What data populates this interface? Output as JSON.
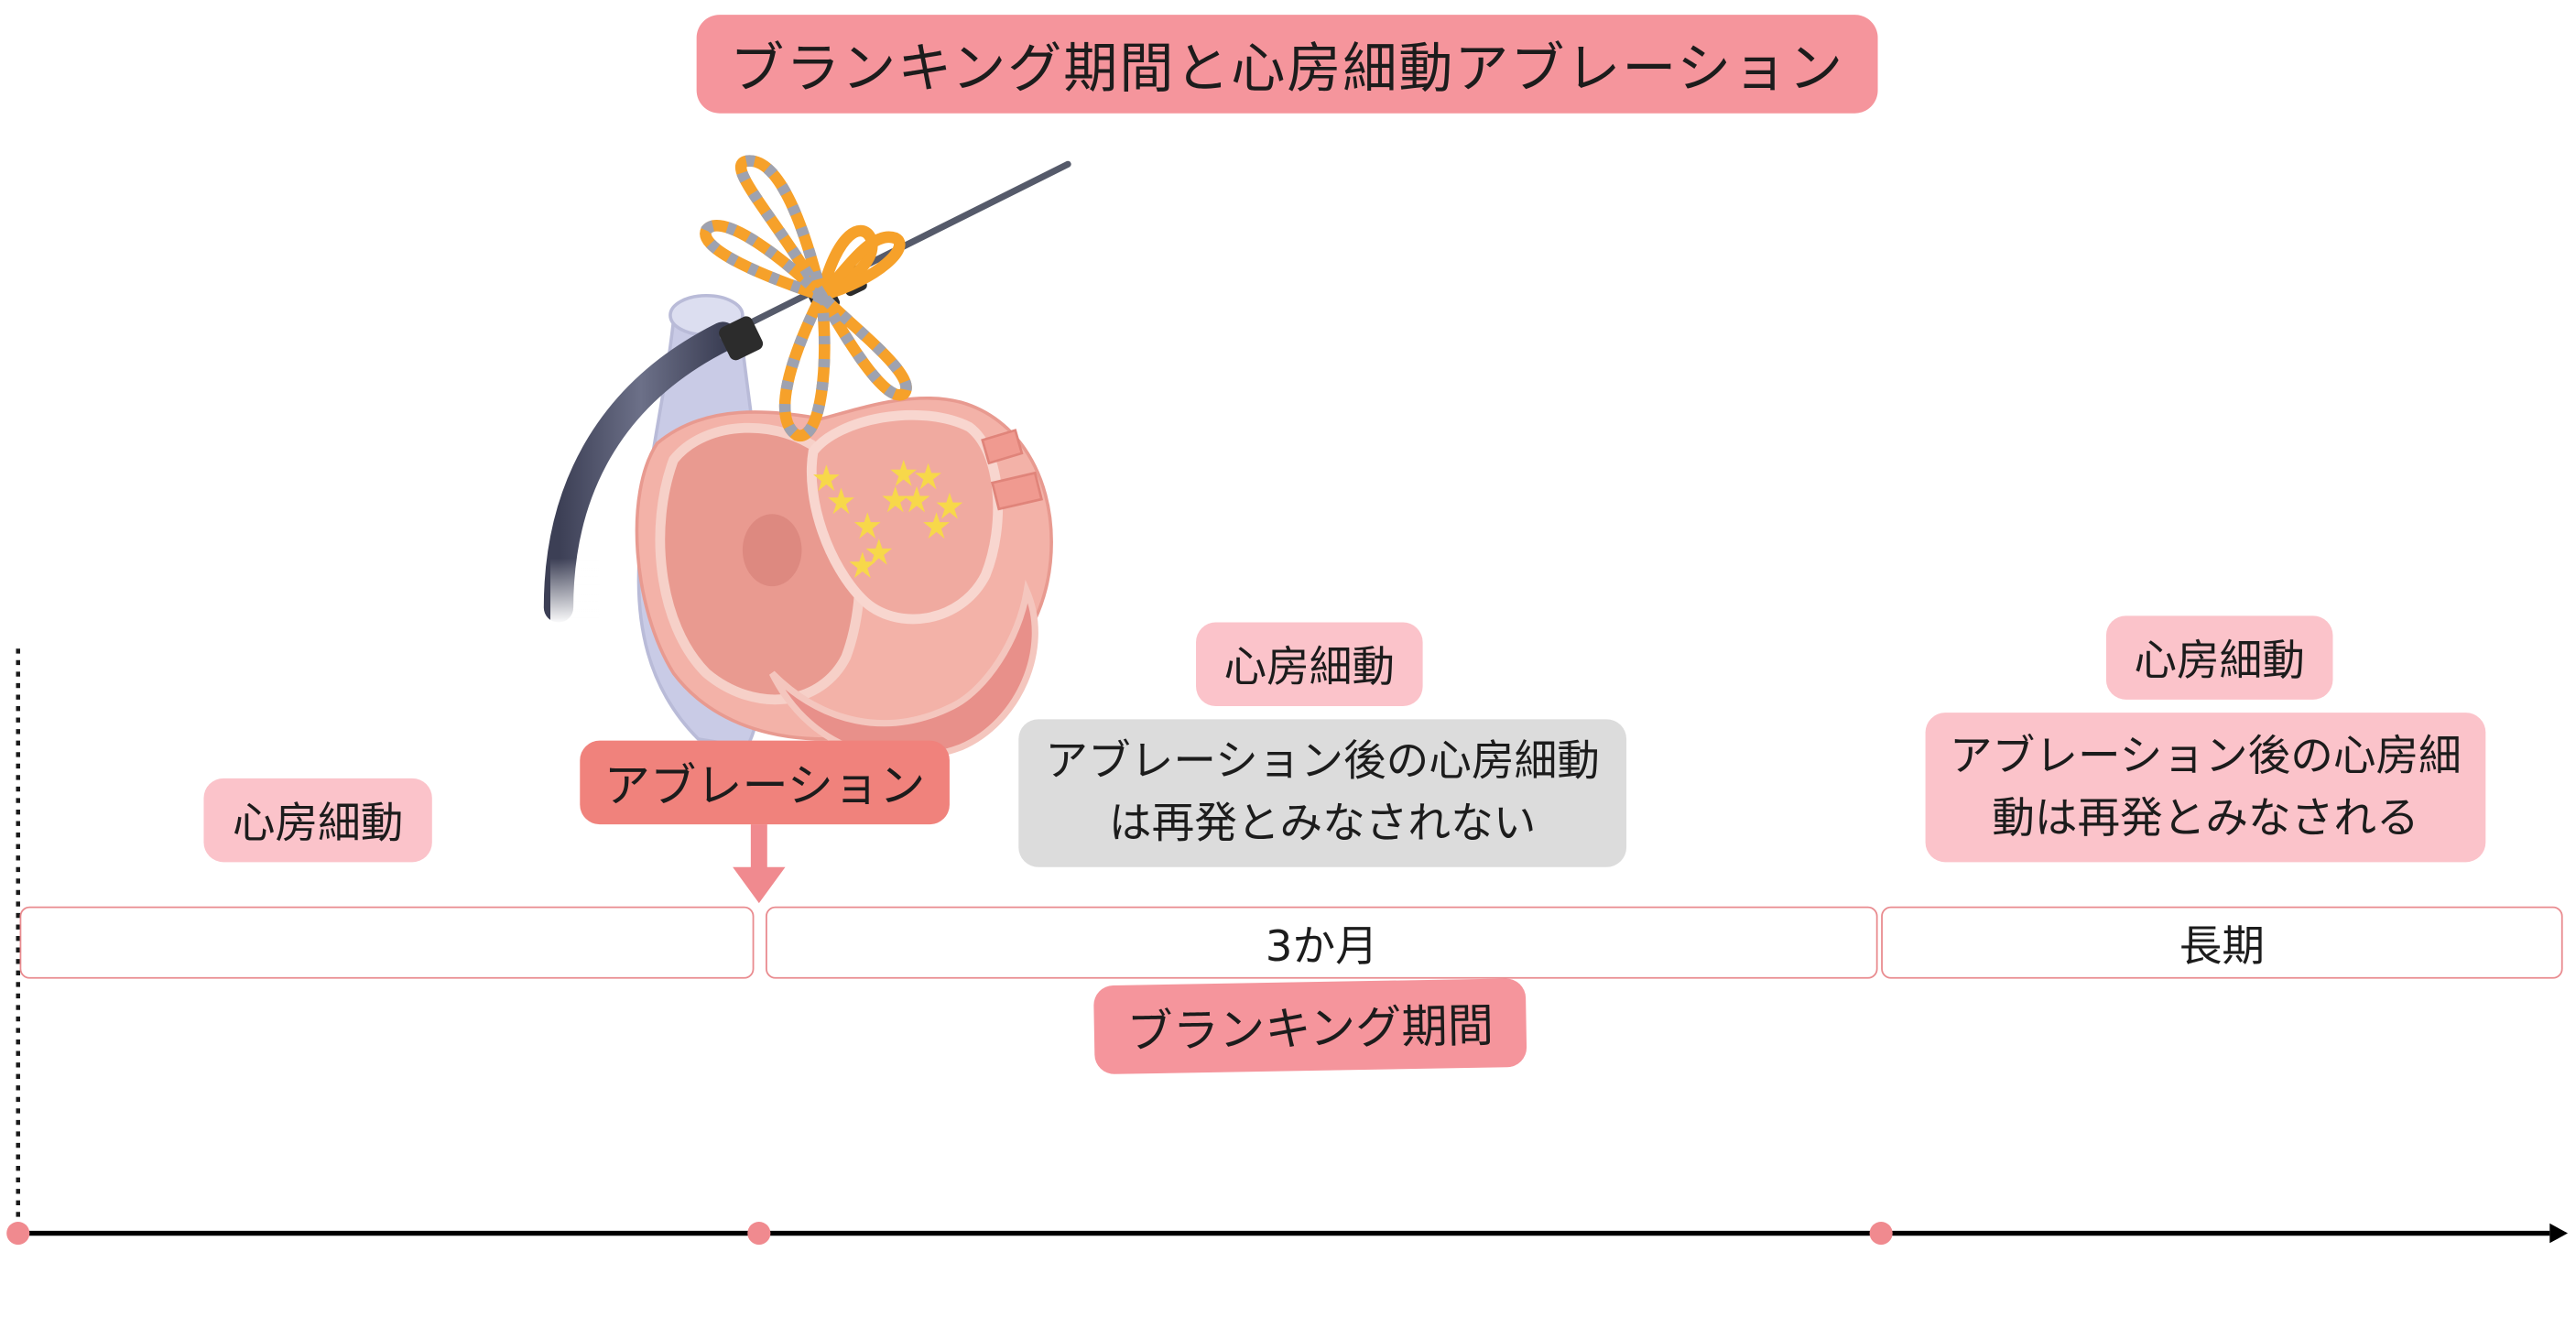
{
  "title": "ブランキング期間と心房細動アブレーション",
  "labels": {
    "af": "心房細動",
    "ablation": "アブレーション",
    "blanking_period": "ブランキング期間"
  },
  "notes": {
    "not_recurrence": "アブレーション後の心房細動は再発とみなされない",
    "recurrence": "アブレーション後の心房細動は再発とみなされる"
  },
  "periods": {
    "three_months": "3か月",
    "long_term": "長期"
  },
  "colors": {
    "title_bg": "#f5959c",
    "label_bg": "#fbc3ca",
    "ablation_bg": "#f0827c",
    "note_gray_bg": "#dcdcdc",
    "timeline_dot": "#f08a8f",
    "arrow": "#f08a8f"
  }
}
